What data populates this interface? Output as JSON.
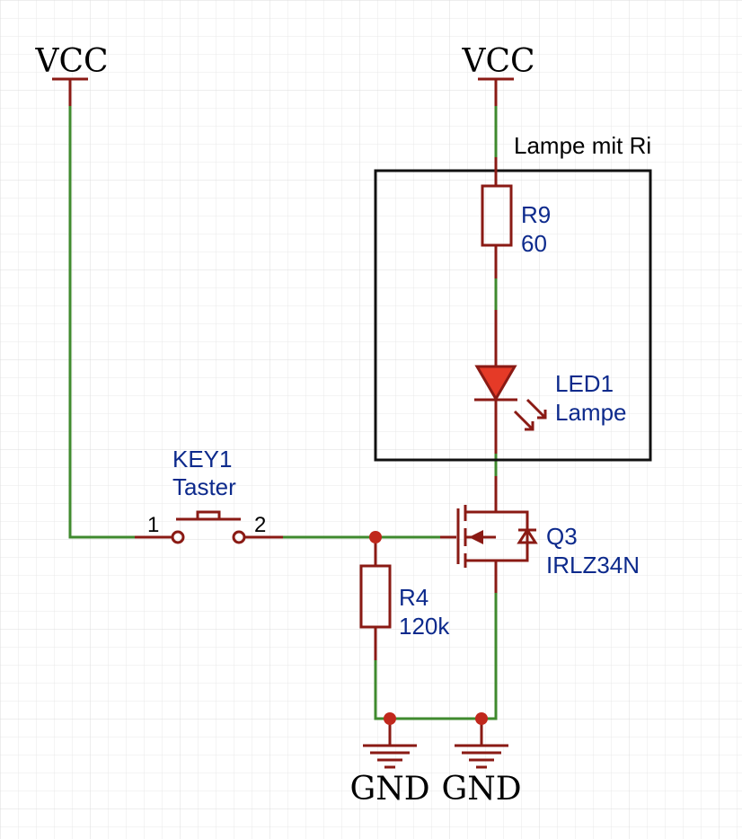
{
  "net_labels": {
    "vcc_left": "VCC",
    "vcc_right": "VCC",
    "gnd_left": "GND",
    "gnd_right": "GND"
  },
  "group_box": {
    "label": "Lampe mit Ri"
  },
  "components": {
    "r9": {
      "ref": "R9",
      "value": "60"
    },
    "led1": {
      "ref": "LED1",
      "value": "Lampe"
    },
    "key1": {
      "ref": "KEY1",
      "value": "Taster",
      "pin1": "1",
      "pin2": "2"
    },
    "r4": {
      "ref": "R4",
      "value": "120k"
    },
    "q3": {
      "ref": "Q3",
      "value": "IRLZ34N"
    }
  },
  "colors": {
    "wire": "#3f8a2e",
    "component": "#8a1a14",
    "junction": "#c0281c",
    "label": "#0d2a8c",
    "grid": "#e4e4e4"
  }
}
